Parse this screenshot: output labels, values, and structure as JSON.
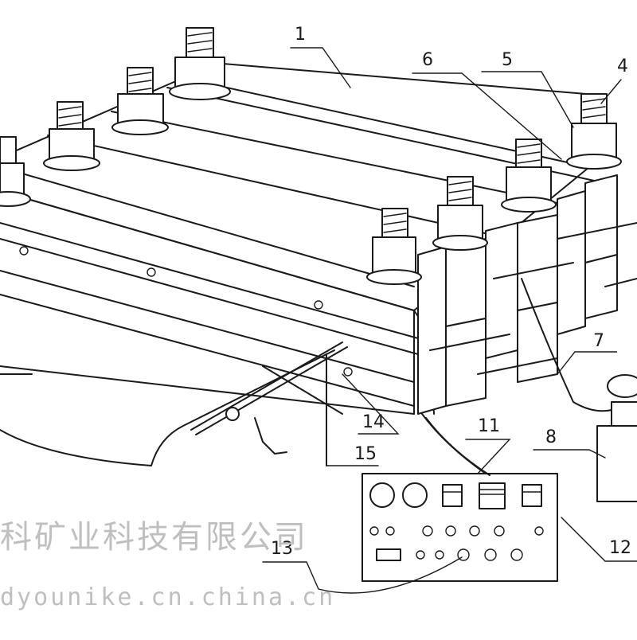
{
  "diagram": {
    "callouts": [
      {
        "id": "label-1",
        "text": "1"
      },
      {
        "id": "label-4",
        "text": "4"
      },
      {
        "id": "label-5",
        "text": "5"
      },
      {
        "id": "label-6",
        "text": "6"
      },
      {
        "id": "label-7",
        "text": "7"
      },
      {
        "id": "label-8",
        "text": "8"
      },
      {
        "id": "label-11",
        "text": "11"
      },
      {
        "id": "label-12",
        "text": "12"
      },
      {
        "id": "label-13",
        "text": "13"
      },
      {
        "id": "label-14",
        "text": "14"
      },
      {
        "id": "label-15",
        "text": "15"
      }
    ],
    "watermark": {
      "company": "科矿业科技有限公司",
      "domain": "dyounike.cn.china.cn"
    }
  }
}
